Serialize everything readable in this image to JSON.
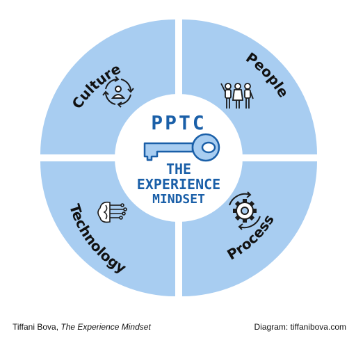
{
  "center": {
    "acronym": "PPTC",
    "line1": "THE",
    "line2": "EXPERIENCE",
    "line3": "MINDSET"
  },
  "quadrants": {
    "culture": "Culture",
    "people": "People",
    "technology": "Technology",
    "process": "Process"
  },
  "icons": {
    "culture": "person-with-cycle-arrows-icon",
    "people": "group-of-people-icon",
    "technology": "brain-circuit-icon",
    "process": "gear-with-arrows-icon",
    "center": "key-icon"
  },
  "footer": {
    "author": "Tiffani Bova, ",
    "book": "The Experience Mindset",
    "credit": "Diagram: tiffanibova.com"
  },
  "colors": {
    "quadrant_fill": "#a8cdf1",
    "outline": "#1b1b1b",
    "center_text": "#1a5fa8",
    "key": "#a8cdf1"
  }
}
